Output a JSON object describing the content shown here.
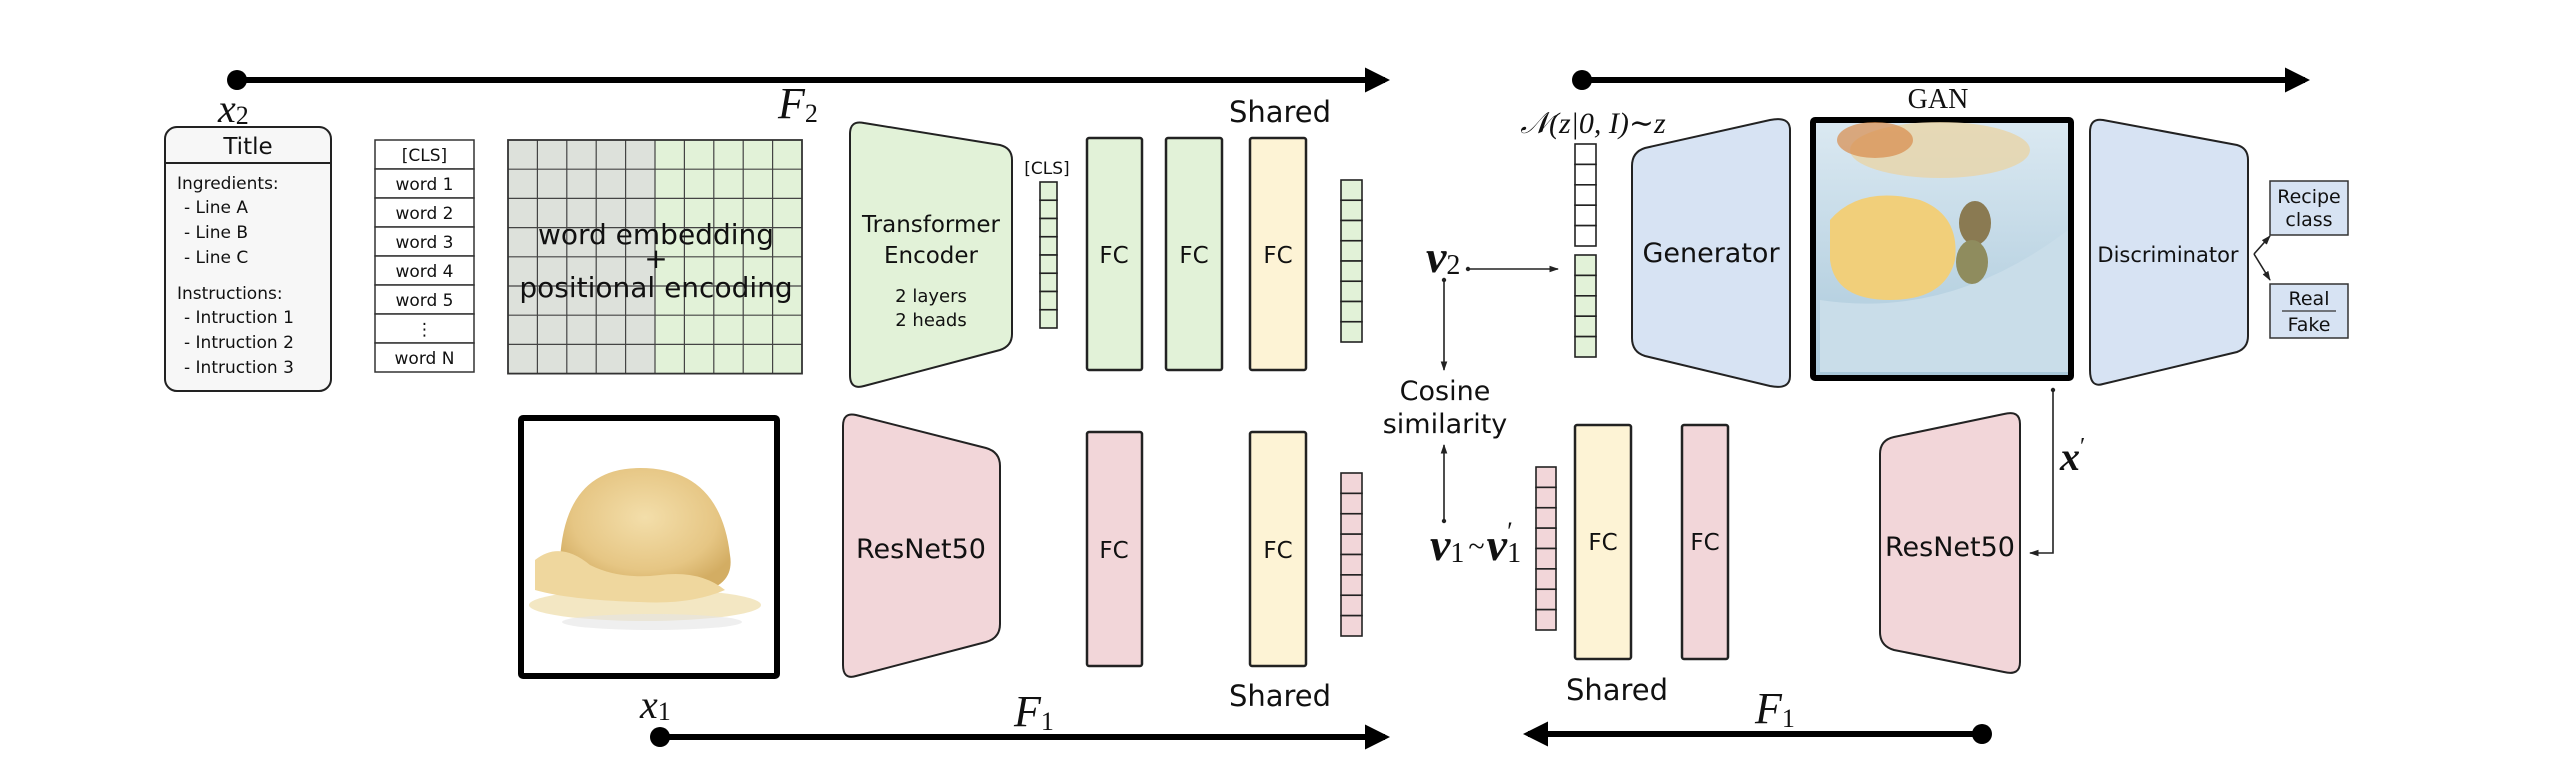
{
  "colors": {
    "text_green": "#e2f2d8",
    "image_red": "#f2d6d9",
    "shared_yellow": "#fdf3d5",
    "gan_blue": "#d7e3f3",
    "embedding_gray": "#dde1db",
    "recipe_card": "#f7f7f7"
  },
  "top_axis": {
    "input_label": "x",
    "input_sub": "2",
    "encoder_label": "F",
    "encoder_sub": "2"
  },
  "bottom_axis": {
    "input_label": "x",
    "input_sub": "1",
    "encoder_label": "F",
    "encoder_sub": "1"
  },
  "gan_axis": {
    "encoder_label": "F",
    "encoder_sub": "1"
  },
  "recipe": {
    "title": "Title",
    "ingredients_header": "Ingredients:",
    "ingredients": [
      "- Line A",
      "- Line B",
      "- Line C"
    ],
    "instructions_header": "Instructions:",
    "instructions": [
      "- Intruction 1",
      "- Intruction 2",
      "- Intruction 3"
    ]
  },
  "tokens": [
    "[CLS]",
    "word 1",
    "word 2",
    "word 3",
    "word 4",
    "word 5",
    "⋮",
    "word N"
  ],
  "embedding": {
    "line1": "word embedding",
    "plus": "+",
    "line2": "positional encoding"
  },
  "text_encoder": {
    "title1": "Transformer",
    "title2": "Encoder",
    "detail1": "2 layers",
    "detail2": "2 heads"
  },
  "cls_label": "[CLS]",
  "fc_label": "FC",
  "shared_label": "Shared",
  "image_encoder": {
    "label": "ResNet50"
  },
  "cosine": {
    "line1": "Cosine",
    "line2": "similarity"
  },
  "vectors": {
    "v2": "v",
    "v2_sub": "2",
    "v1": "v",
    "v1_sub": "1",
    "tilde": "~",
    "v1p": "v",
    "v1p_sub": "1",
    "prime": "′"
  },
  "noise": {
    "label": "𝒩(z|0, I)∼z"
  },
  "gan": {
    "title": "GAN",
    "generator": "Generator",
    "discriminator": "Discriminator"
  },
  "outputs": {
    "recipe_class1": "Recipe",
    "recipe_class2": "class",
    "real": "Real",
    "fake": "Fake"
  },
  "generated_label": {
    "x": "x",
    "prime": "′"
  }
}
